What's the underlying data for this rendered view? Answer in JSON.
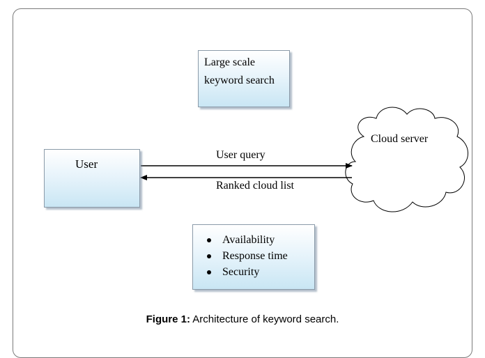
{
  "diagram": {
    "top_box": {
      "line1": "Large scale",
      "line2": "keyword search"
    },
    "user_box": {
      "label": "User"
    },
    "cloud": {
      "label": "Cloud server"
    },
    "arrows": {
      "forward_label": "User query",
      "back_label": "Ranked cloud list"
    },
    "attributes": {
      "items": [
        "Availability",
        "Response time",
        "Security"
      ]
    }
  },
  "caption": {
    "prefix": "Figure 1:",
    "text": " Architecture of keyword search."
  }
}
